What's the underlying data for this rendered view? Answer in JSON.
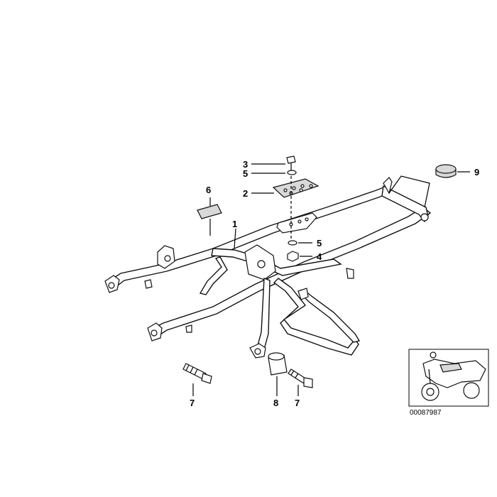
{
  "callouts": [
    {
      "id": "c-1",
      "text": "1"
    },
    {
      "id": "c-2",
      "text": "2"
    },
    {
      "id": "c-3",
      "text": "3"
    },
    {
      "id": "c-4",
      "text": "4"
    },
    {
      "id": "c-5a",
      "text": "5"
    },
    {
      "id": "c-5b",
      "text": "5"
    },
    {
      "id": "c-6",
      "text": "6"
    },
    {
      "id": "c-7a",
      "text": "7"
    },
    {
      "id": "c-7b",
      "text": "7"
    },
    {
      "id": "c-8",
      "text": "8"
    },
    {
      "id": "c-9",
      "text": "9"
    }
  ],
  "thumbnail": {
    "code": "00087987"
  },
  "colors": {
    "line": "#000000",
    "background": "#ffffff",
    "fill_grey": "#d9d9d9"
  }
}
